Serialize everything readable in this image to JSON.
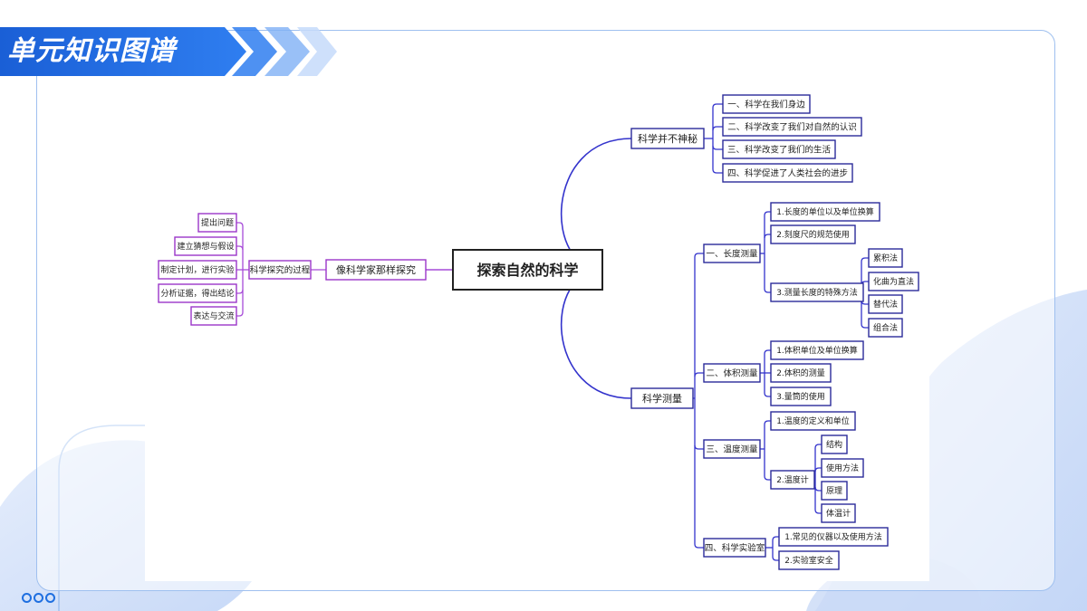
{
  "page": {
    "title": "单元知识图谱"
  },
  "colors": {
    "brand": "#1a5fd6",
    "line_right": "#3333cc",
    "line_left": "#a64ad8",
    "box_right": "#2b2b9a",
    "box_left": "#9b36c9"
  },
  "mindmap": {
    "center": "探索自然的科学",
    "left": {
      "label": "像科学家那样探究",
      "child": {
        "label": "科学探究的过程",
        "children": [
          "提出问题",
          "建立猜想与假设",
          "制定计划，进行实验",
          "分析证据，得出结论",
          "表达与交流"
        ]
      }
    },
    "right": [
      {
        "label": "科学并不神秘",
        "children": [
          {
            "label": "一、科学在我们身边"
          },
          {
            "label": "二、科学改变了我们对自然的认识"
          },
          {
            "label": "三、科学改变了我们的生活"
          },
          {
            "label": "四、科学促进了人类社会的进步"
          }
        ]
      },
      {
        "label": "科学测量",
        "children": [
          {
            "label": "一、长度测量",
            "children": [
              {
                "label": "1.长度的单位以及单位换算"
              },
              {
                "label": "2.刻度尺的规范使用"
              },
              {
                "label": "3.测量长度的特殊方法",
                "children": [
                  "累积法",
                  "化曲为直法",
                  "替代法",
                  "组合法"
                ]
              }
            ]
          },
          {
            "label": "二、体积测量",
            "children": [
              {
                "label": "1.体积单位及单位换算"
              },
              {
                "label": "2.体积的测量"
              },
              {
                "label": "3.量筒的使用"
              }
            ]
          },
          {
            "label": "三、温度测量",
            "children": [
              {
                "label": "1.温度的定义和单位"
              },
              {
                "label": "2.温度计",
                "children": [
                  "结构",
                  "使用方法",
                  "原理",
                  "体温计"
                ]
              }
            ]
          },
          {
            "label": "四、科学实验室",
            "children": [
              {
                "label": "1.常见的仪器以及使用方法"
              },
              {
                "label": "2.实验室安全"
              }
            ]
          }
        ]
      }
    ]
  }
}
